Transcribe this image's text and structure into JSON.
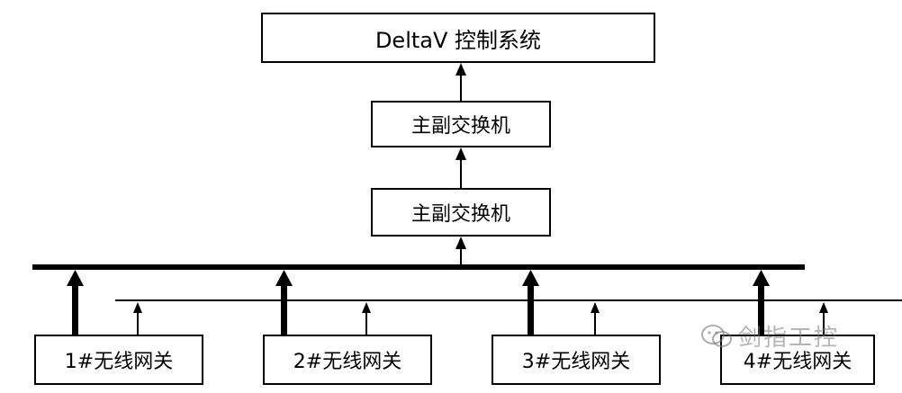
{
  "nodes": {
    "deltav": "DeltaV 控制系统",
    "switch_upper": "主副交换机",
    "switch_lower": "主副交换机"
  },
  "gateways": [
    "1#无线网关",
    "2#无线网关",
    "3#无线网关",
    "4#无线网关"
  ],
  "watermark": {
    "text": "剑指工控",
    "icon": "wechat-icon"
  },
  "colors": {
    "line": "#000000",
    "background": "#ffffff",
    "watermark": "#8a8a8a"
  }
}
